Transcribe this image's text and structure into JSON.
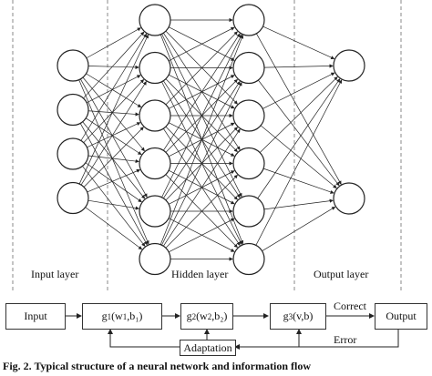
{
  "layers": {
    "input": {
      "label": "Input layer",
      "node_count": 4
    },
    "hidden1": {
      "node_count": 6
    },
    "hidden2": {
      "node_count": 6
    },
    "hidden": {
      "label": "Hidden layer"
    },
    "output": {
      "label": "Output layer",
      "node_count": 2
    }
  },
  "flow": {
    "input_box": "Input",
    "g1": {
      "name": "g",
      "sub1": "1",
      "args_open": "(w",
      "sub2": "1",
      "args_close": ",b₁)"
    },
    "g2": {
      "name": "g",
      "sub1": "2",
      "args_open": "(w",
      "sub2": "2",
      "args_close": ",b₂)"
    },
    "g3": {
      "name": "g",
      "sub1": "3",
      "args": "(v,b)"
    },
    "output_box": "Output",
    "correct_label": "Correct",
    "error_label": "Error",
    "adaptation_box": "Adaptation"
  },
  "caption": "Fig. 2. Typical structure of a neural network and information flow"
}
